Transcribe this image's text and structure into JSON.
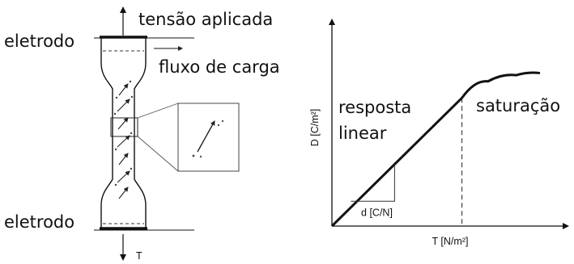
{
  "left_diagram": {
    "label_tension": "tensão aplicada",
    "label_electrode_top": "eletrodo",
    "label_flux": "fluxo de carga",
    "label_electrode_bottom": "eletrodo",
    "label_T": "T"
  },
  "chart_data": {
    "type": "line",
    "xlabel": "T [N/m²]",
    "ylabel": "D [C/m²]",
    "annotations": {
      "linear": [
        "resposta",
        "linear"
      ],
      "saturation": "saturação",
      "slope": "d [C/N]"
    },
    "series": [
      {
        "points": [
          [
            0,
            0
          ],
          [
            0.55,
            0.62
          ],
          [
            0.66,
            0.7
          ],
          [
            0.78,
            0.73
          ],
          [
            0.88,
            0.74
          ]
        ]
      }
    ],
    "xlim": [
      0,
      1
    ],
    "ylim": [
      0,
      1
    ],
    "grid": false
  }
}
